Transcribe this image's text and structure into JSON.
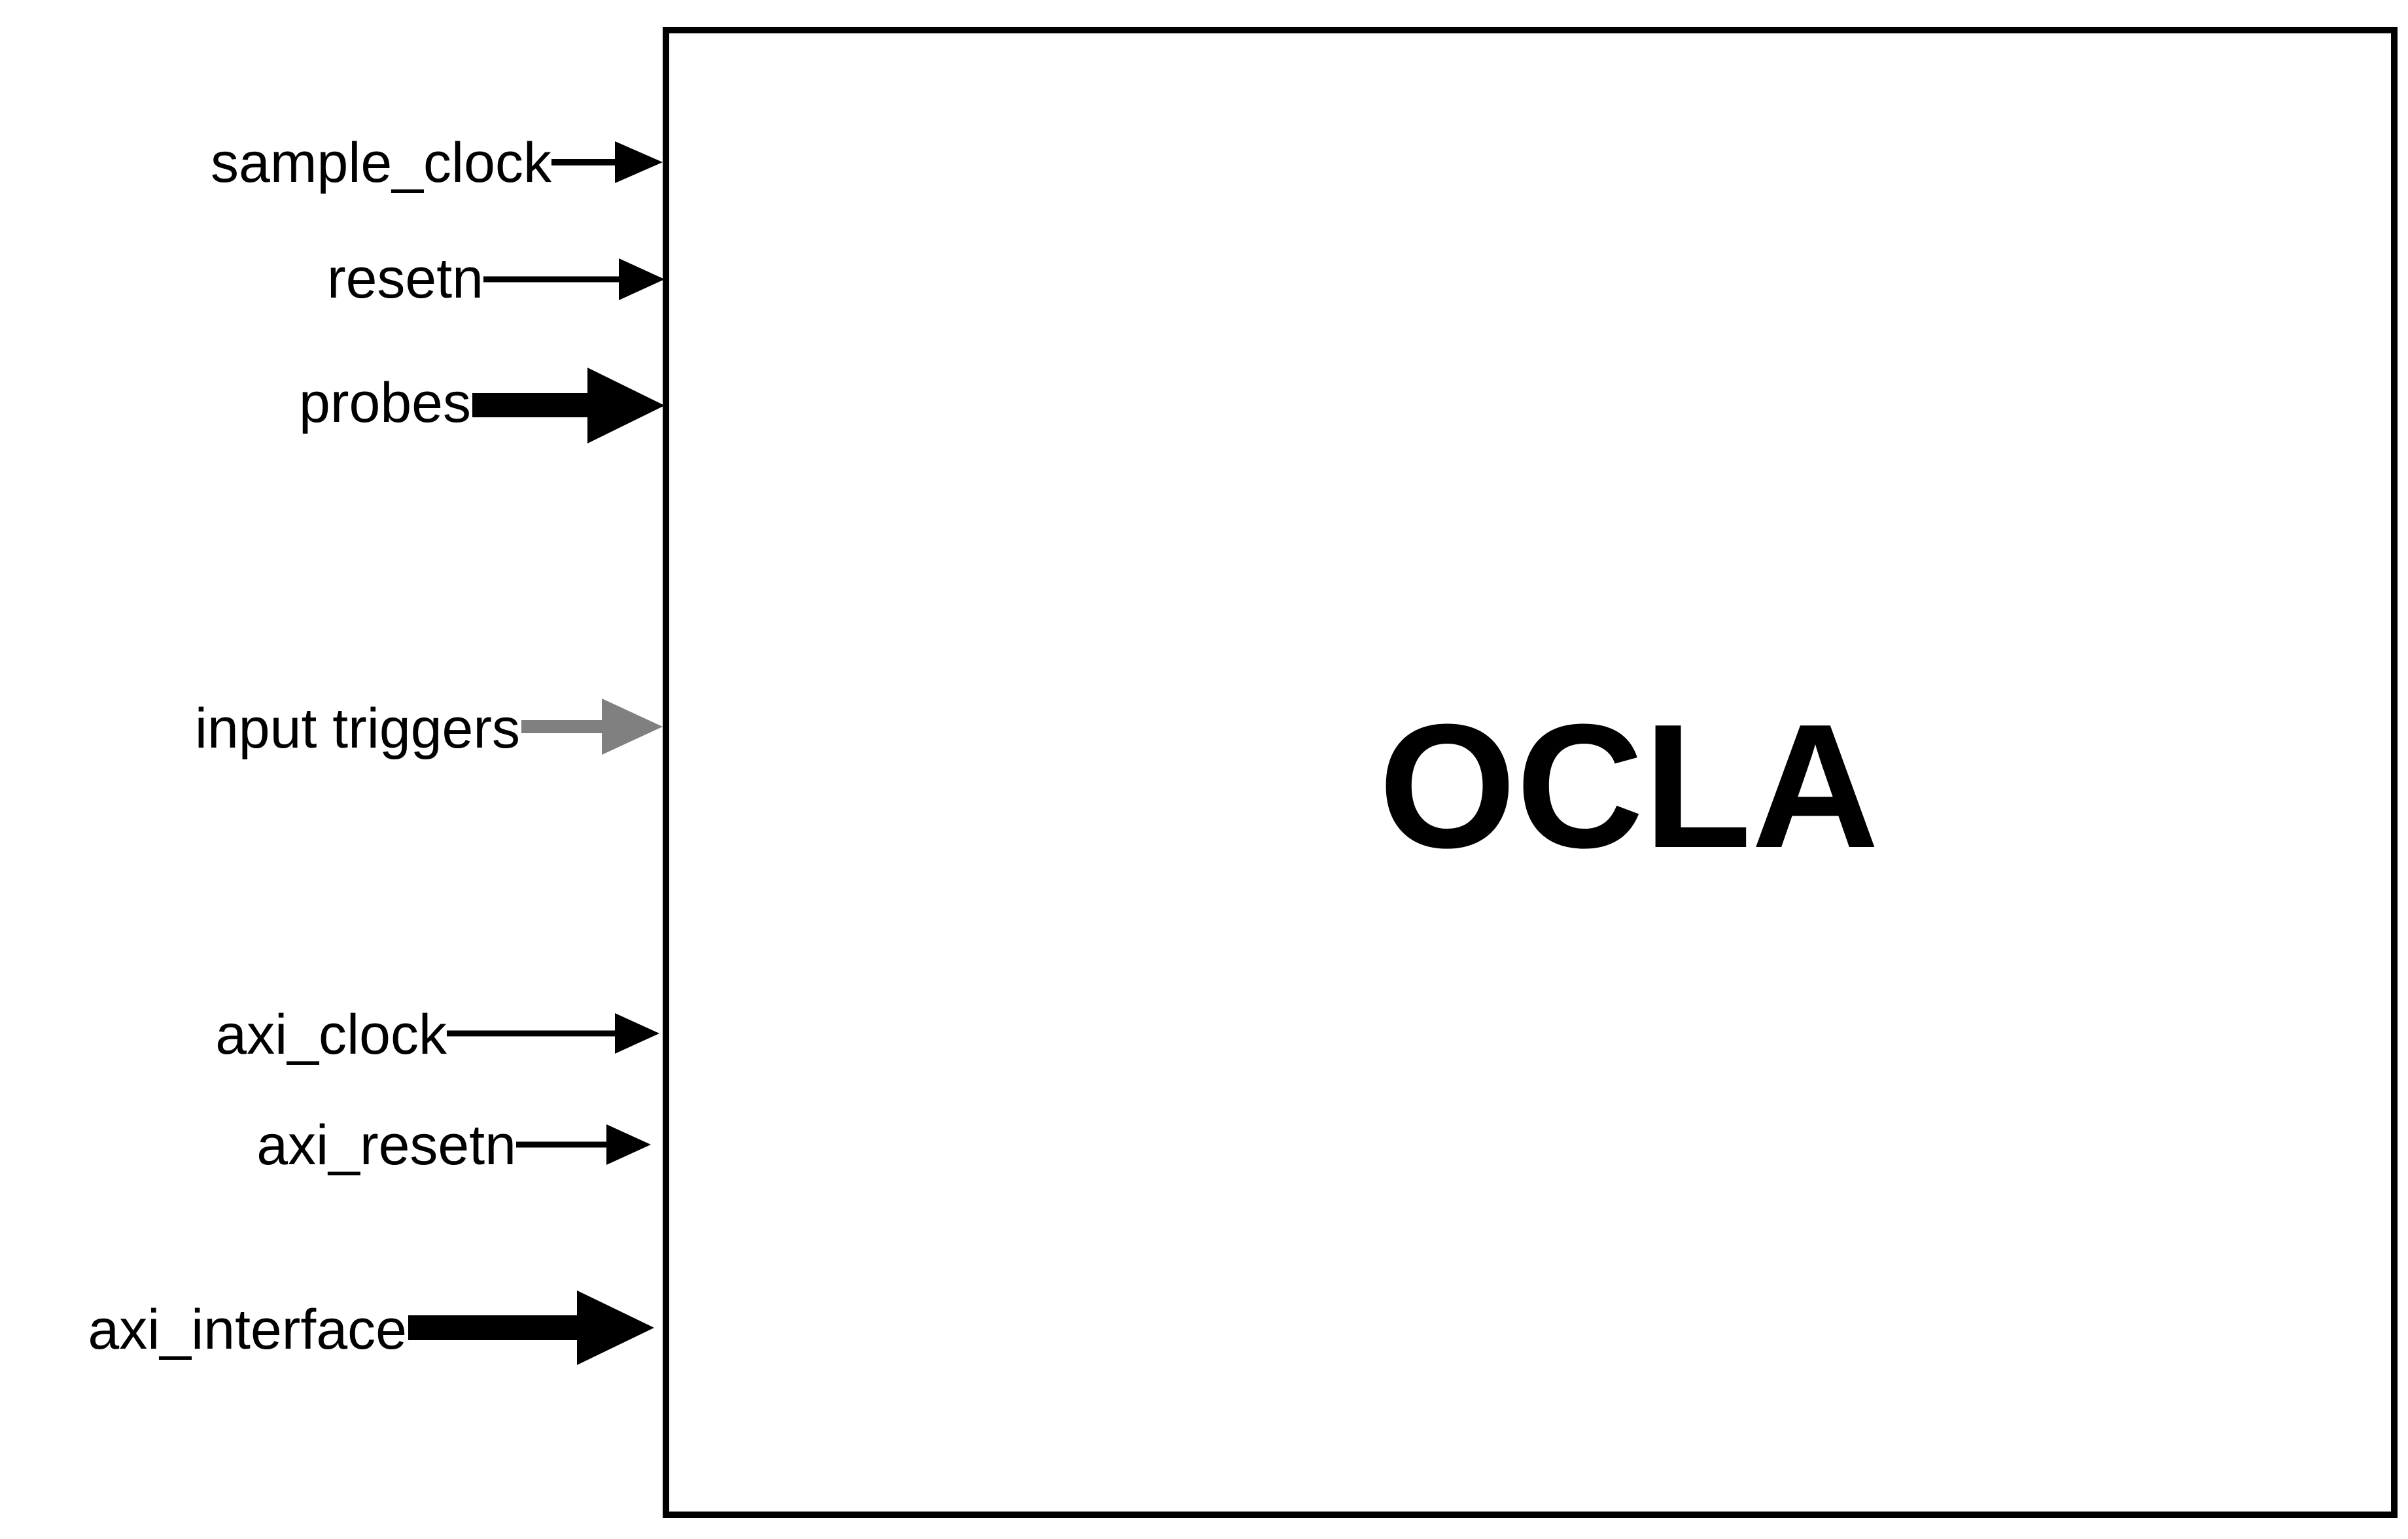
{
  "block": {
    "title": "OCLA"
  },
  "colors": {
    "standard_signal": "#000000",
    "trigger_signal": "#808080",
    "block_border": "#000000",
    "background": "#ffffff"
  },
  "signals": [
    {
      "id": "sample_clock",
      "label": "sample_clock",
      "kind": "single-bit",
      "color": "#000000"
    },
    {
      "id": "resetn",
      "label": "resetn",
      "kind": "single-bit",
      "color": "#000000"
    },
    {
      "id": "probes",
      "label": "probes",
      "kind": "bus",
      "color": "#000000"
    },
    {
      "id": "input_triggers",
      "label": "input triggers",
      "kind": "single-bit",
      "color": "#808080"
    },
    {
      "id": "axi_clock",
      "label": "axi_clock",
      "kind": "single-bit",
      "color": "#000000"
    },
    {
      "id": "axi_resetn",
      "label": "axi_resetn",
      "kind": "single-bit",
      "color": "#000000"
    },
    {
      "id": "axi_interface",
      "label": "axi_interface",
      "kind": "bus",
      "color": "#000000"
    }
  ]
}
